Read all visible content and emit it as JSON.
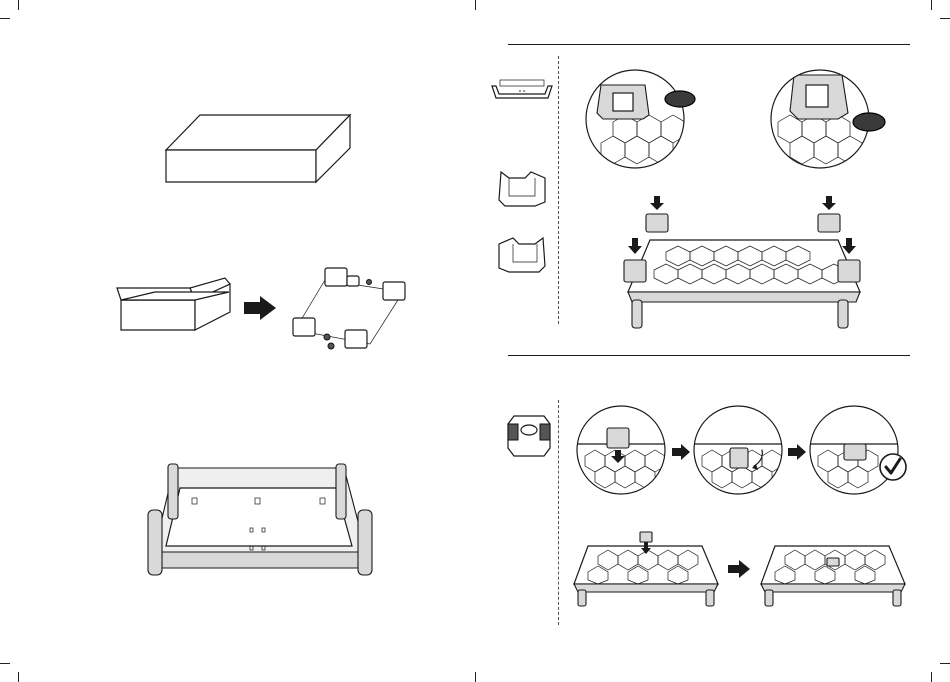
{
  "page": {
    "kind": "assembly-instructions-spread",
    "panels": [
      "left-page",
      "right-page"
    ]
  },
  "steps": [
    {
      "id": "closed-box"
    },
    {
      "id": "open-box-to-parts"
    },
    {
      "id": "upside-down-base"
    },
    {
      "id": "corner-brackets"
    },
    {
      "id": "center-clip"
    }
  ],
  "icons": {
    "arrow": "black-right-arrow",
    "check": "check-circle-icon"
  },
  "colors": {
    "ink": "#1a1a1a",
    "panel_gray": "#d9d9d9",
    "badge": "#3a3a3a"
  }
}
